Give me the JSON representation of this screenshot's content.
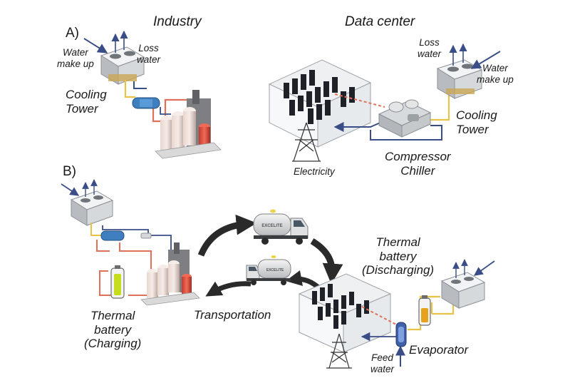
{
  "panel_a": {
    "letter": "A)",
    "industry": {
      "title": "Industry",
      "water_make_up": [
        "Water",
        "make up"
      ],
      "loss_water": [
        "Loss",
        "water"
      ],
      "cooling_tower": [
        "Cooling",
        "Tower"
      ]
    },
    "data_center": {
      "title": "Data center",
      "loss_water": [
        "Loss",
        "water"
      ],
      "water_make_up": [
        "Water",
        "make up"
      ],
      "cooling_tower": [
        "Cooling",
        "Tower"
      ],
      "compressor_chiller": [
        "Compressor",
        "Chiller"
      ],
      "electricity": "Electricity"
    }
  },
  "panel_b": {
    "letter": "B)",
    "thermal_battery_charging": [
      "Thermal",
      "battery",
      "(Charging)"
    ],
    "transportation": "Transportation",
    "thermal_battery_discharging": [
      "Thermal",
      "battery",
      "(Discharging)"
    ],
    "evaporator": "Evaporator",
    "feed_water": [
      "Feed",
      "water"
    ],
    "truck_text": "EXCELITE"
  },
  "colors": {
    "hot_pipe": "#e0705a",
    "cold_pipe": "#3b4d86",
    "warm_pipe": "#e7c34a",
    "cycle_arrow": "#2a2a2a",
    "battery_charge": "#c6dd1e",
    "battery_discharge": "#e6a21c"
  }
}
